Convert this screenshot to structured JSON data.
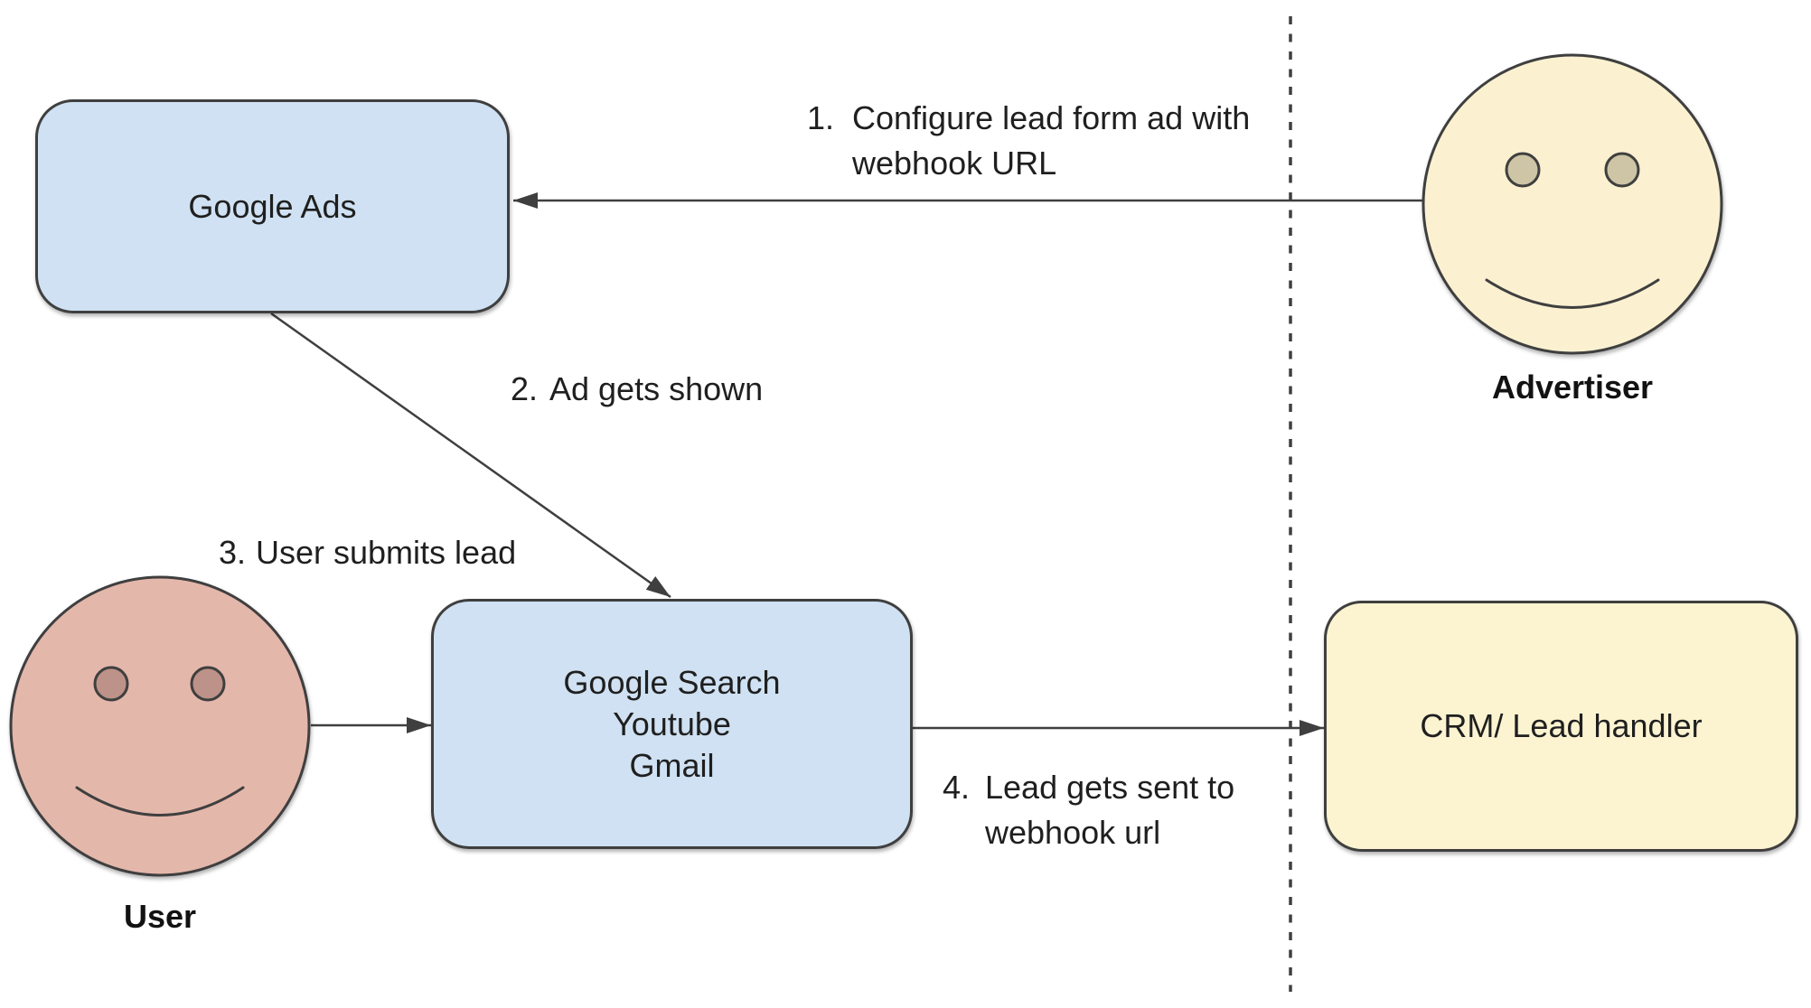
{
  "title": "Google Ads lead form webhook flow diagram",
  "colors": {
    "background": "#ffffff",
    "node_blue": "#cfe1f2",
    "node_yellow": "#fcf3d1",
    "node_border": "#3f3f3f",
    "stroke": "#3f3f3f",
    "text": "#1f1f1f",
    "user_face": "#e4b7ab",
    "user_eye": "#bd9288",
    "advertiser_face": "#fbf1d1",
    "advertiser_eye": "#cdc5a6"
  },
  "nodes": {
    "google_ads": {
      "label": "Google Ads"
    },
    "google_surfaces": {
      "lines": [
        "Google Search",
        "Youtube",
        "Gmail"
      ]
    },
    "crm": {
      "label": "CRM/ Lead handler"
    }
  },
  "actors": {
    "user": {
      "label": "User"
    },
    "advertiser": {
      "label": "Advertiser"
    }
  },
  "steps": [
    {
      "number": "1.",
      "lines": [
        "Configure lead form ad with",
        "webhook URL"
      ]
    },
    {
      "number": "2.",
      "lines": [
        "Ad gets shown"
      ]
    },
    {
      "number": "3.",
      "lines": [
        "User submits lead"
      ]
    },
    {
      "number": "4.",
      "lines": [
        "Lead gets sent to",
        "webhook url"
      ]
    }
  ]
}
